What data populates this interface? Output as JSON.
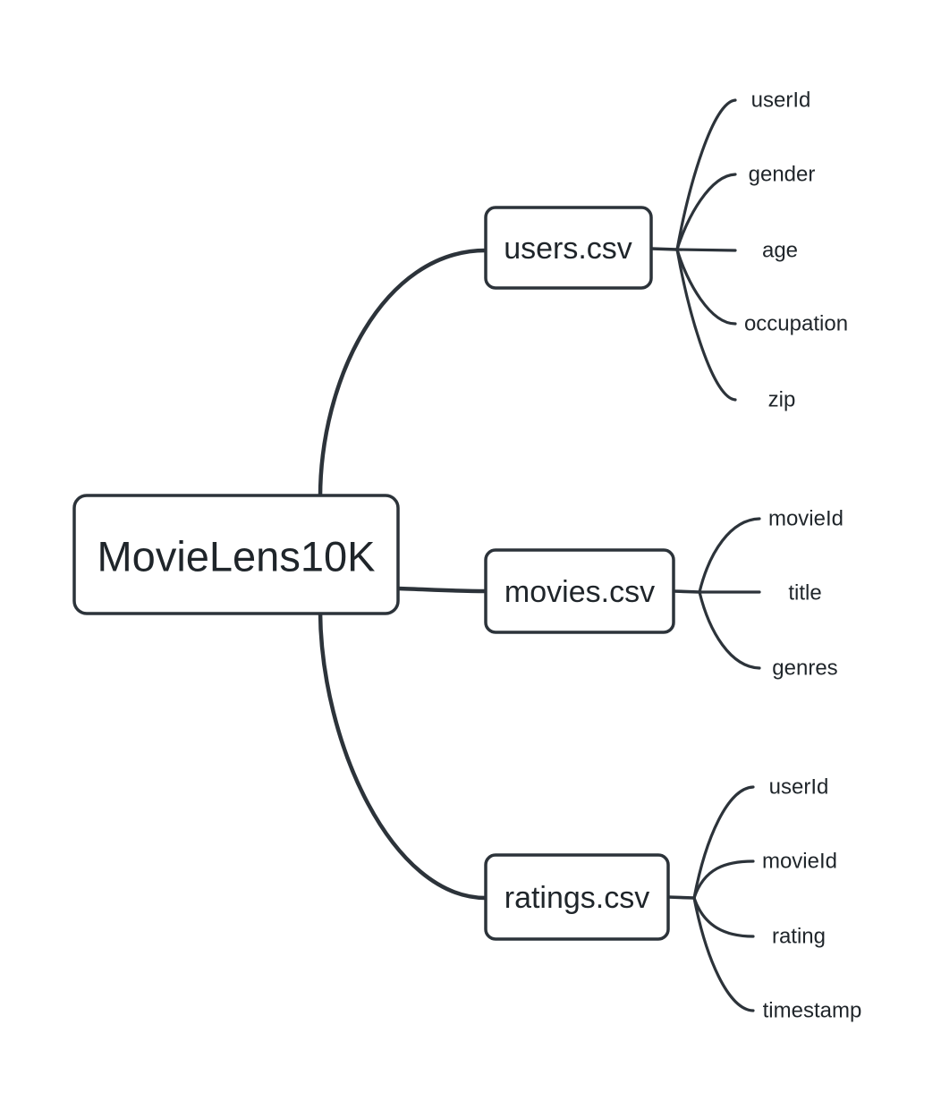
{
  "diagram": {
    "type": "mindmap",
    "root": {
      "label": "MovieLens10K"
    },
    "children": [
      {
        "label": "users.csv",
        "fields": [
          "userId",
          "gender",
          "age",
          "occupation",
          "zip"
        ]
      },
      {
        "label": "movies.csv",
        "fields": [
          "movieId",
          "title",
          "genres"
        ]
      },
      {
        "label": "ratings.csv",
        "fields": [
          "userId",
          "movieId",
          "rating",
          "timestamp"
        ]
      }
    ],
    "colors": {
      "background": "#ffffff",
      "node_fill": "#ffffff",
      "stroke": "#2c333a",
      "text": "#1f252a"
    }
  }
}
